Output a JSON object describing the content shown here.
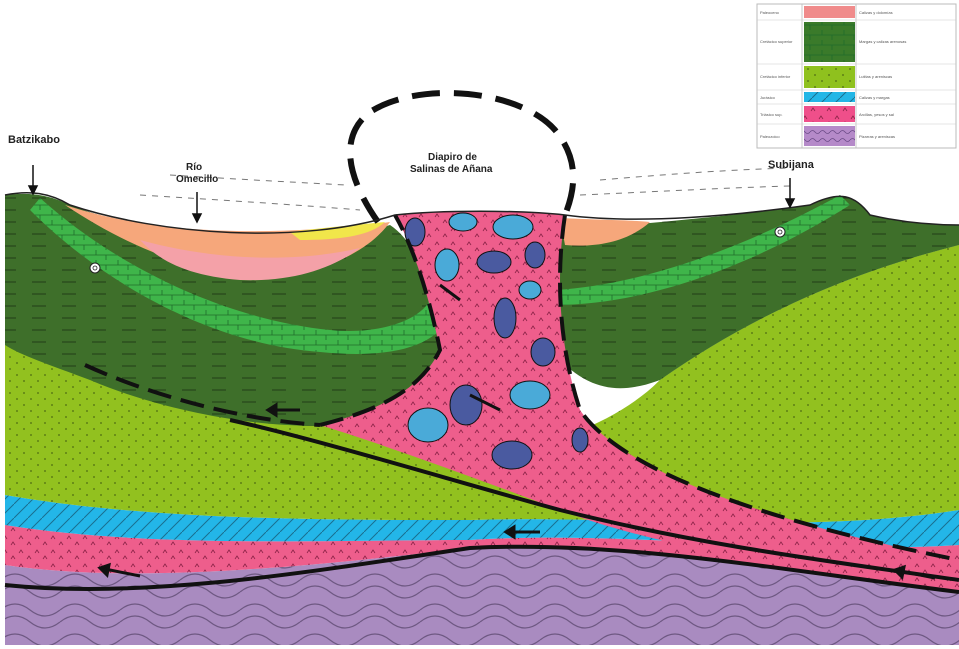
{
  "labels": {
    "batzikabo": "Batzikabo",
    "rio": "Río",
    "omecillo": "Omecillo",
    "diapiro": "Diapiro de",
    "salinas": "Salinas de Añana",
    "subijana": "Subijana"
  },
  "legend": {
    "rows": [
      {
        "left": "Paleoceno",
        "right": "Calizas y dolomías",
        "color": "#f08b8b"
      },
      {
        "left": "Cretácico superior",
        "right": "Margas y calizas arenosas",
        "color": "#3a7a2a"
      },
      {
        "left": "Cretácico inferior",
        "right": "Lutitas y areniscas",
        "color": "#8fc11e"
      },
      {
        "left": "Jurásico",
        "right": "Calizas y margas",
        "color": "#22b6e6"
      },
      {
        "left": "Triásico sup.",
        "right": "Arcillas, yesos y sal",
        "color": "#ef4f8a"
      },
      {
        "left": "Paleozoico",
        "right": "Pizarras y areniscas",
        "color": "#b58ac9"
      }
    ]
  },
  "colors": {
    "basement": "#a98bc0",
    "triassic": "#ee5e8c",
    "jurassic": "#23b6e8",
    "lower_cretaceous": "#92c11f",
    "upper_cretaceous": "#3e6f2a",
    "limestone_band": "#3fb54a",
    "tertiary": "#f6a77b",
    "tertiary_pink": "#f4a1a8",
    "yellow": "#f1e64a",
    "block_blue": "#4aaad8",
    "block_navy": "#4a5aa0"
  },
  "icons": {
    "arrow": "down-arrow-icon",
    "fossil": "ammonite-icon"
  }
}
